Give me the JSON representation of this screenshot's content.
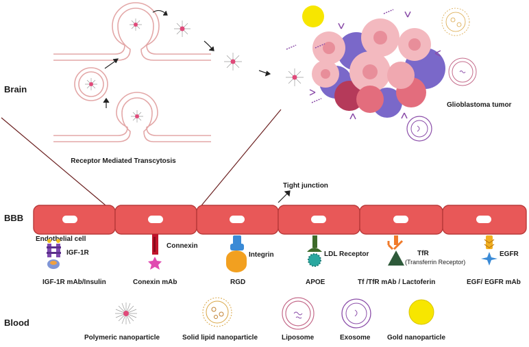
{
  "regions": {
    "brain": "Brain",
    "bbb": "BBB",
    "blood": "Blood"
  },
  "labels": {
    "transcytosis": "Receptor Mediated Transcytosis",
    "tumor": "Glioblastoma tumor",
    "tight_junction": "Tight junction",
    "endothelial_cell": "Endothelial cell"
  },
  "receptors": [
    {
      "name": "IGF-1R",
      "ligand": "IGF-1R mAb/Insulin"
    },
    {
      "name": "Connexin",
      "ligand": "Conexin mAb"
    },
    {
      "name": "Integrin",
      "ligand": "RGD"
    },
    {
      "name": "LDL Receptor",
      "ligand": "APOE"
    },
    {
      "name": "TfR",
      "name_sub": "(Transferrin Receptor)",
      "ligand": "Tf /TfR mAb / Lactoferin"
    },
    {
      "name": "EGFR",
      "ligand": "EGF/ EGFR mAb"
    }
  ],
  "nanoparticles": [
    {
      "name": "Polymeric nanoparticle"
    },
    {
      "name": "Solid lipid nanoparticle"
    },
    {
      "name": "Liposome"
    },
    {
      "name": "Exosome"
    },
    {
      "name": "Gold nanoparticle"
    }
  ],
  "colors": {
    "cell_fill": "#e85858",
    "cell_stroke": "#b83a3a",
    "membrane": "#e3a7a7",
    "tumor_pink": "#f3b9bf",
    "tumor_purple": "#7a68c9",
    "gold": "#f7e600",
    "exosome": "#8a4ca8",
    "liposome": "#c46a8a"
  }
}
